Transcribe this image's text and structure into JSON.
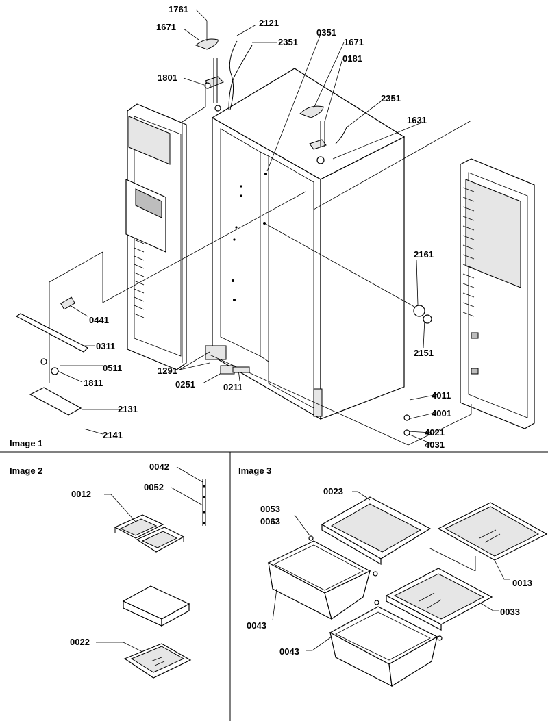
{
  "sections": {
    "image1": "Image 1",
    "image2": "Image 2",
    "image3": "Image 3"
  },
  "labels": {
    "p1761": "1761",
    "p2121": "2121",
    "p1671a": "1671",
    "p2351a": "2351",
    "p0351": "0351",
    "p1671b": "1671",
    "p0181": "0181",
    "p1801": "1801",
    "p2351b": "2351",
    "p1631": "1631",
    "p2161": "2161",
    "p2151": "2151",
    "p0441": "0441",
    "p0311": "0311",
    "p0511": "0511",
    "p1811": "1811",
    "p1291": "1291",
    "p0251": "0251",
    "p0211": "0211",
    "p2131": "2131",
    "p2141": "2141",
    "p4011": "4011",
    "p4001": "4001",
    "p4021": "4021",
    "p4031": "4031",
    "p0042": "0042",
    "p0052": "0052",
    "p0012": "0012",
    "p0022": "0022",
    "p0023": "0023",
    "p0053": "0053",
    "p0063": "0063",
    "p0013": "0013",
    "p0033": "0033",
    "p0043a": "0043",
    "p0043b": "0043"
  }
}
